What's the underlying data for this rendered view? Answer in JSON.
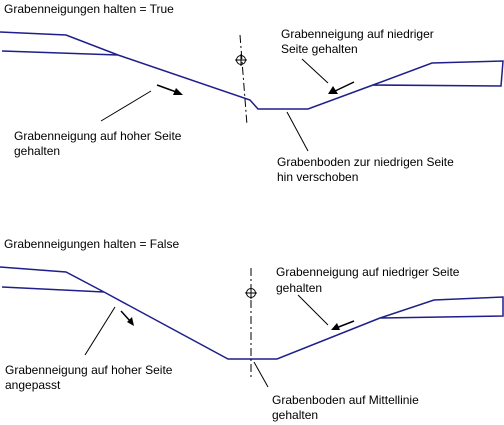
{
  "colors": {
    "profile": "#1f1f8c",
    "annotation": "#000000",
    "background": "#ffffff"
  },
  "top": {
    "title": "Grabenneigungen halten = True",
    "low_side_label": [
      "Grabenneigung auf niedriger",
      "Seite gehalten"
    ],
    "high_side_label": [
      "Grabenneigung auf hoher Seite",
      "gehalten"
    ],
    "bottom_label": [
      "Grabenboden zur niedrigen Seite",
      "hin verschoben"
    ]
  },
  "bottom": {
    "title": "Grabenneigungen halten = False",
    "low_side_label": [
      "Grabenneigung auf niedriger Seite",
      "gehalten"
    ],
    "high_side_label": [
      "Grabenneigung auf hoher Seite",
      "angepasst"
    ],
    "bottom_label": [
      "Grabenboden auf Mittellinie",
      "gehalten"
    ]
  },
  "icons": {
    "centerline_marker": "crosshair-circle-icon",
    "direction_arrow": "arrow-icon"
  }
}
